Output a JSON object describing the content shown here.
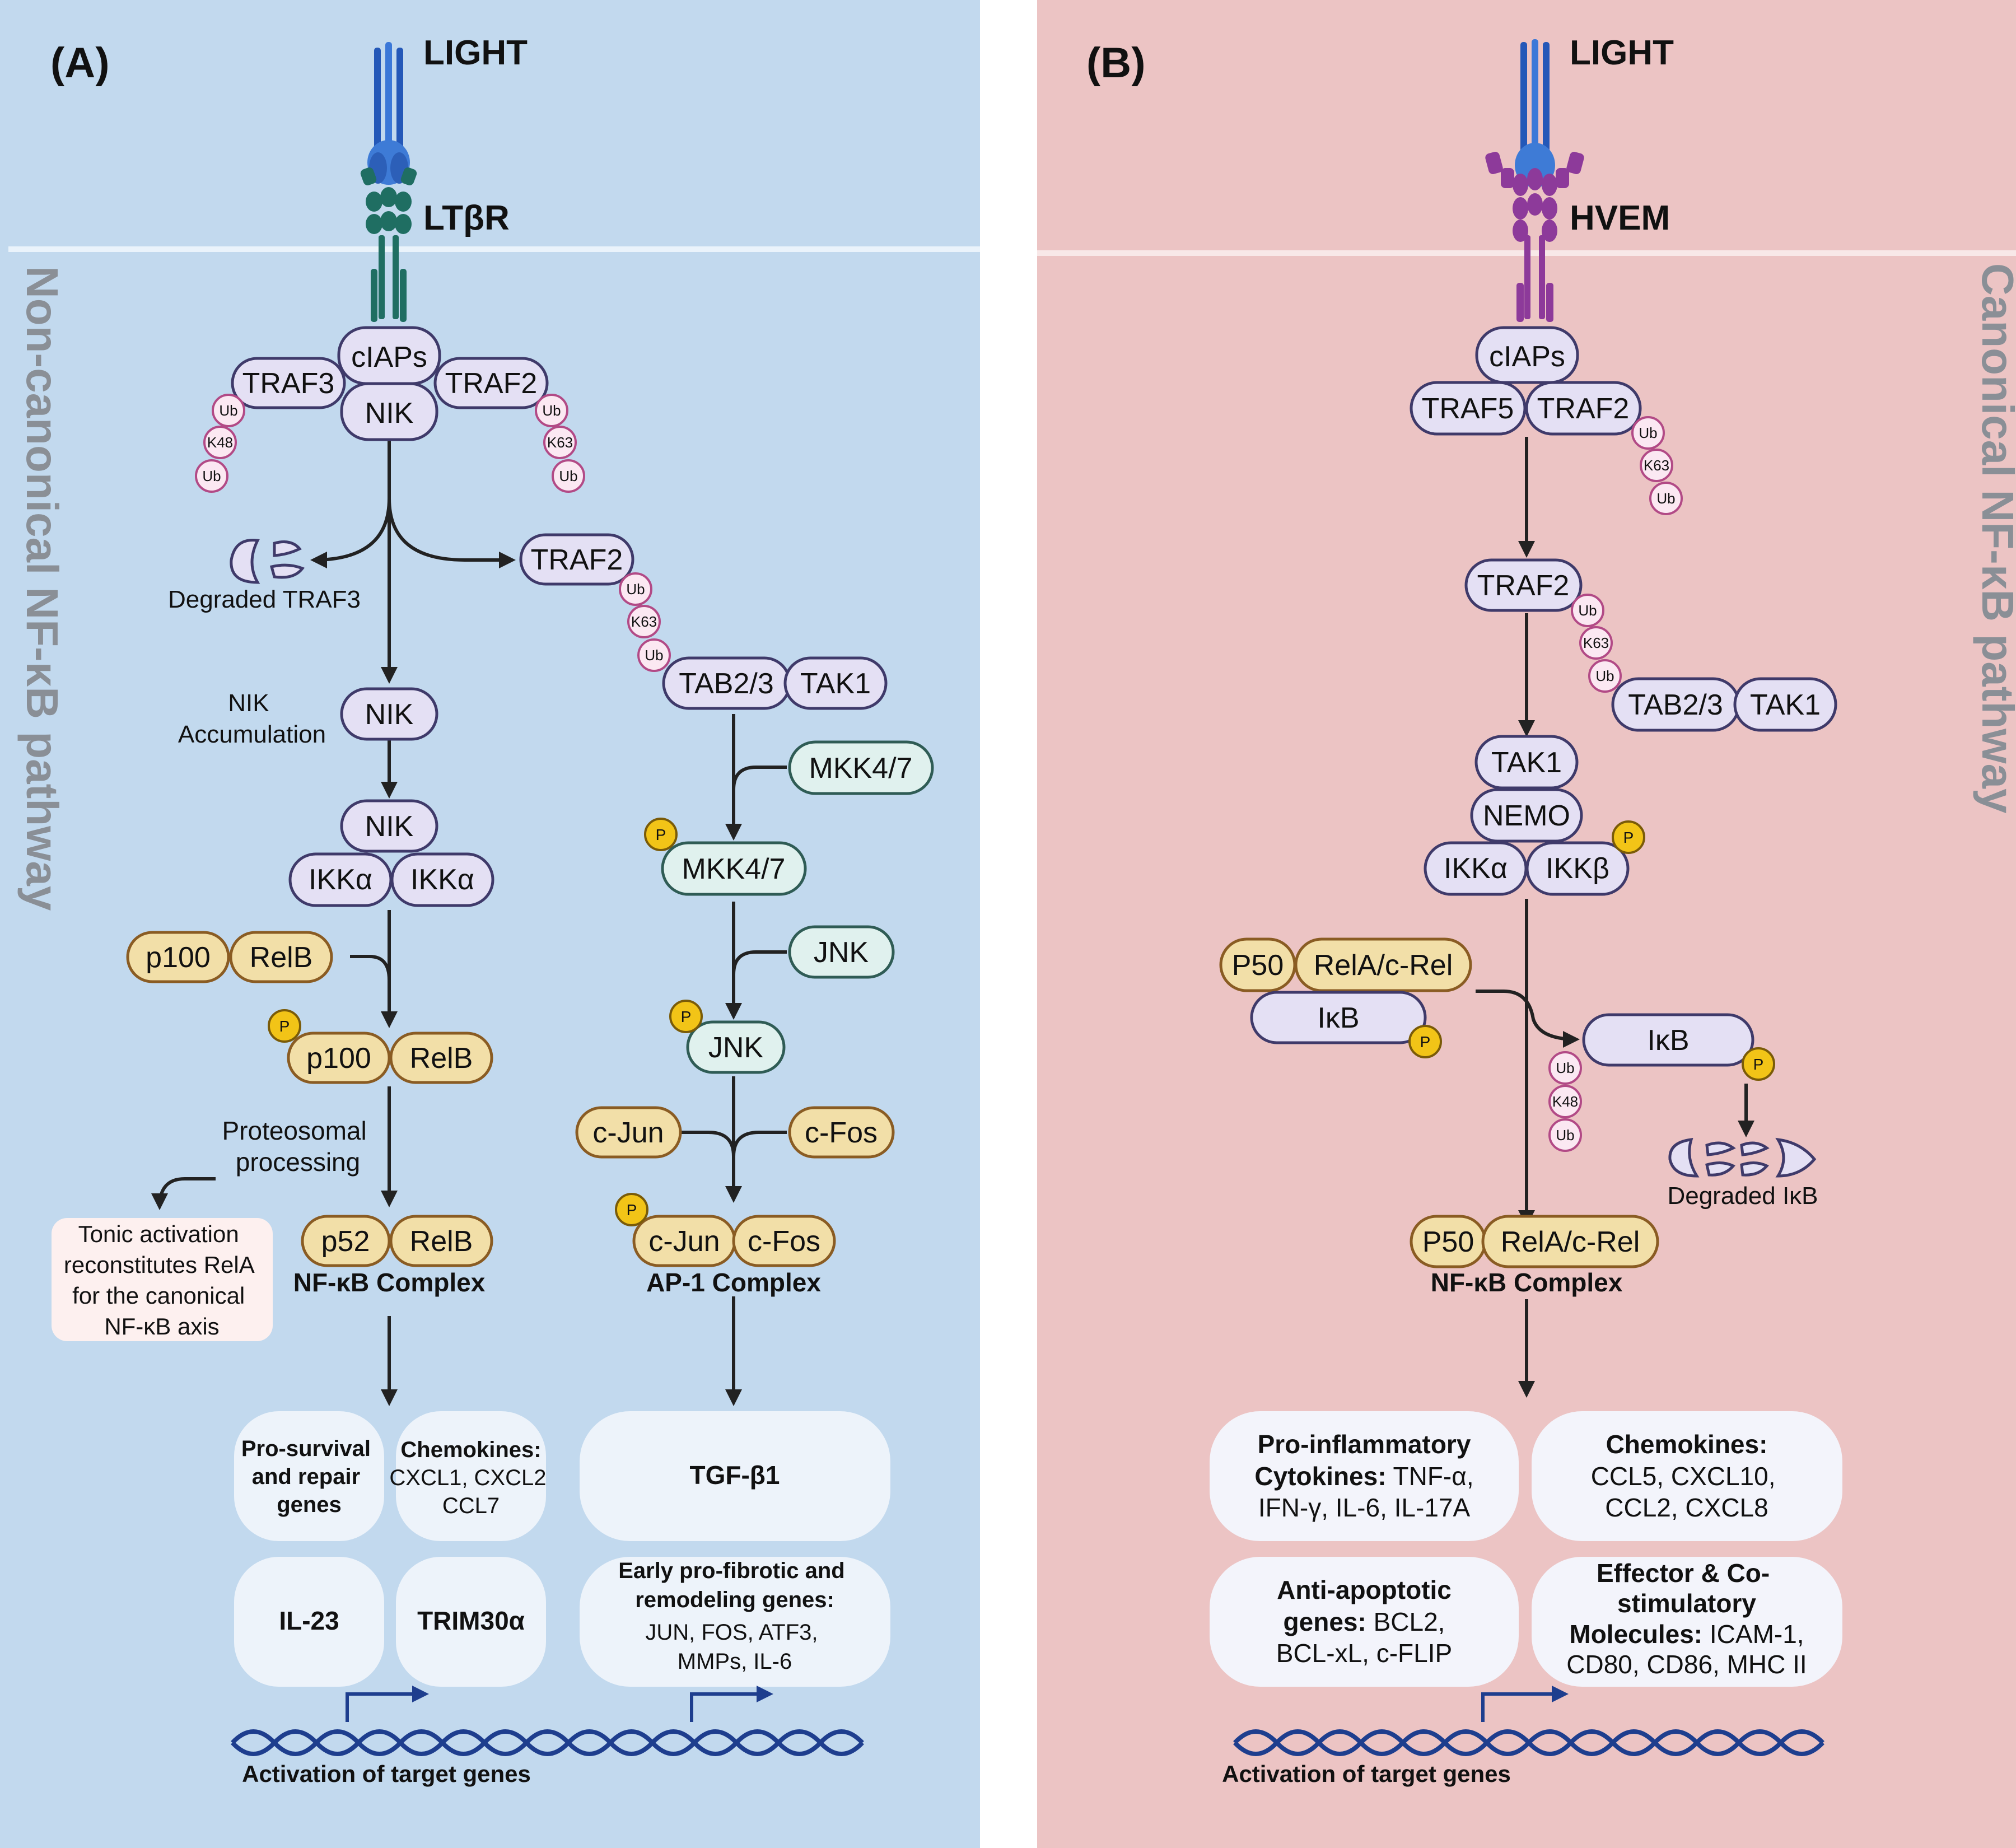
{
  "colors": {
    "panel_a_bg": "#c2d9ee",
    "panel_b_bg": "#ecc4c4",
    "purple_fill": "#e4e0f4",
    "purple_stroke": "#3f3a6a",
    "yellow_fill": "#f2dfa8",
    "yellow_stroke": "#8a5c23",
    "green_fill": "#e0f1ee",
    "green_stroke": "#2f5c55",
    "ub_fill": "#fbe8f2",
    "ub_stroke": "#b24a86",
    "p_fill": "#f2c417",
    "arrow": "#222222",
    "dna": "#1e3e8e",
    "side_label": "#8a8f96"
  },
  "panel_a": {
    "letter": "(A)",
    "side_label": "Non-canonical NF-κB pathway",
    "ligand": "LIGHT",
    "receptor": "LTβR",
    "ciaps": "cIAPs",
    "traf3": "TRAF3",
    "traf2": "TRAF2",
    "nik": "NIK",
    "ub": "Ub",
    "k48": "K48",
    "k63": "K63",
    "degraded_traf3": "Degraded TRAF3",
    "traf2_released": "TRAF2",
    "nik_accumulation": [
      "NIK",
      "Accumulation"
    ],
    "nik2": "NIK",
    "nik3": "NIK",
    "ikka1": "IKKα",
    "ikka2": "IKKα",
    "p100": "p100",
    "relb": "RelB",
    "p100_p": "p100",
    "relb_p": "RelB",
    "p_label": "P",
    "proteosomal": [
      "Proteosomal",
      "processing"
    ],
    "tonic": [
      "Tonic activation",
      "reconstitutes RelA",
      "for the canonical",
      "NF-κB axis"
    ],
    "p52": "p52",
    "relb3": "RelB",
    "nfkb_complex": "NF-κB Complex",
    "tab23": "TAB2/3",
    "tak1": "TAK1",
    "mkk47_in": "MKK4/7",
    "mkk47": "MKK4/7",
    "jnk_in": "JNK",
    "jnk": "JNK",
    "cjun_in": "c-Jun",
    "cfos_in": "c-Fos",
    "cjun": "c-Jun",
    "cfos": "c-Fos",
    "ap1_complex": "AP-1 Complex",
    "boxes": {
      "prosurvival": [
        "Pro-survival",
        "and repair",
        "genes"
      ],
      "chemokines_title": "Chemokines:",
      "chemokines_lines": [
        "CXCL1, CXCL2",
        "CCL7"
      ],
      "il23": "IL-23",
      "trim30a": "TRIM30α",
      "tgfb1": "TGF-β1",
      "early_title": [
        "Early pro-fibrotic and",
        "remodeling genes:"
      ],
      "early_lines": [
        "JUN, FOS, ATF3,",
        "MMPs, IL-6"
      ]
    },
    "activation": "Activation of target genes"
  },
  "panel_b": {
    "letter": "(B)",
    "side_label": "Canonical NF-κB pathway",
    "ligand": "LIGHT",
    "receptor": "HVEM",
    "ciaps": "cIAPs",
    "traf5": "TRAF5",
    "traf2": "TRAF2",
    "ub": "Ub",
    "k63": "K63",
    "k48": "K48",
    "traf2_b": "TRAF2",
    "tab23": "TAB2/3",
    "tak1_pair": "TAK1",
    "tak1": "TAK1",
    "nemo": "NEMO",
    "ikka": "IKKα",
    "ikkb": "IKKβ",
    "p_label": "P",
    "p50_in": "P50",
    "rela_in": "RelA/c-Rel",
    "ikb_in": "IκB",
    "ikb": "IκB",
    "degraded_ikb": "Degraded IκB",
    "p50": "P50",
    "rela": "RelA/c-Rel",
    "nfkb_complex": "NF-κB Complex",
    "boxes": {
      "proinf_title": "Pro-inflammatory",
      "proinf_line2_bold": "Cytokines:",
      "proinf_line2_rest": " TNF-α,",
      "proinf_line3": "IFN-γ, IL-6, IL-17A",
      "chem_title": "Chemokines:",
      "chem_lines": [
        "CCL5, CXCL10,",
        "CCL2, CXCL8"
      ],
      "anti_title": "Anti-apoptotic",
      "anti_line2_bold": "genes:",
      "anti_line2_rest": " BCL2,",
      "anti_line3": "BCL-xL, c-FLIP",
      "eff_title": [
        "Effector & Co-",
        "stimulatory"
      ],
      "eff_line3_bold": "Molecules:",
      "eff_line3_rest": " ICAM-1,",
      "eff_line4": "CD80, CD86, MHC II"
    },
    "activation": "Activation of target genes"
  }
}
